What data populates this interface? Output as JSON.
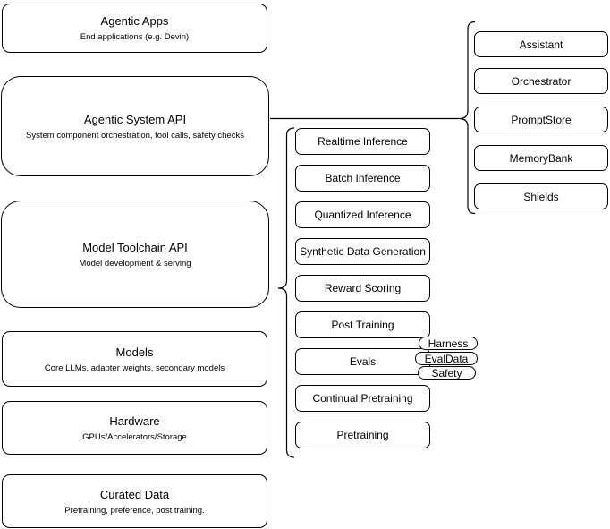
{
  "canvas": {
    "background": "#ffffff",
    "stroke_color": "#000000",
    "box_fill": "#ffffff",
    "text_color": "#000000"
  },
  "left_stack": {
    "boxes": [
      {
        "title": "Agentic Apps",
        "subtitle": "End applications (e.g. Devin)"
      },
      {
        "title": "Agentic System API",
        "subtitle": "System component orchestration, tool calls, safety checks"
      },
      {
        "title": "Model Toolchain API",
        "subtitle": "Model development & serving"
      },
      {
        "title": "Models",
        "subtitle": "Core LLMs, adapter weights, secondary models"
      },
      {
        "title": "Hardware",
        "subtitle": "GPUs/Accelerators/Storage"
      },
      {
        "title": "Curated Data",
        "subtitle": "Pretraining, preference, post training."
      }
    ]
  },
  "toolchain_list": {
    "items": [
      {
        "label": "Realtime Inference"
      },
      {
        "label": "Batch Inference"
      },
      {
        "label": "Quantized Inference"
      },
      {
        "label": "Synthetic Data Generation"
      },
      {
        "label": "Reward Scoring"
      },
      {
        "label": "Post Training"
      },
      {
        "label": "Evals"
      },
      {
        "label": "Continual Pretraining"
      },
      {
        "label": "Pretraining"
      }
    ]
  },
  "system_list": {
    "items": [
      {
        "label": "Assistant"
      },
      {
        "label": "Orchestrator"
      },
      {
        "label": "PromptStore"
      },
      {
        "label": "MemoryBank"
      },
      {
        "label": "Shields"
      }
    ]
  },
  "eval_tags": {
    "items": [
      {
        "label": "Harness"
      },
      {
        "label": "EvalData"
      },
      {
        "label": "Safety"
      }
    ]
  }
}
